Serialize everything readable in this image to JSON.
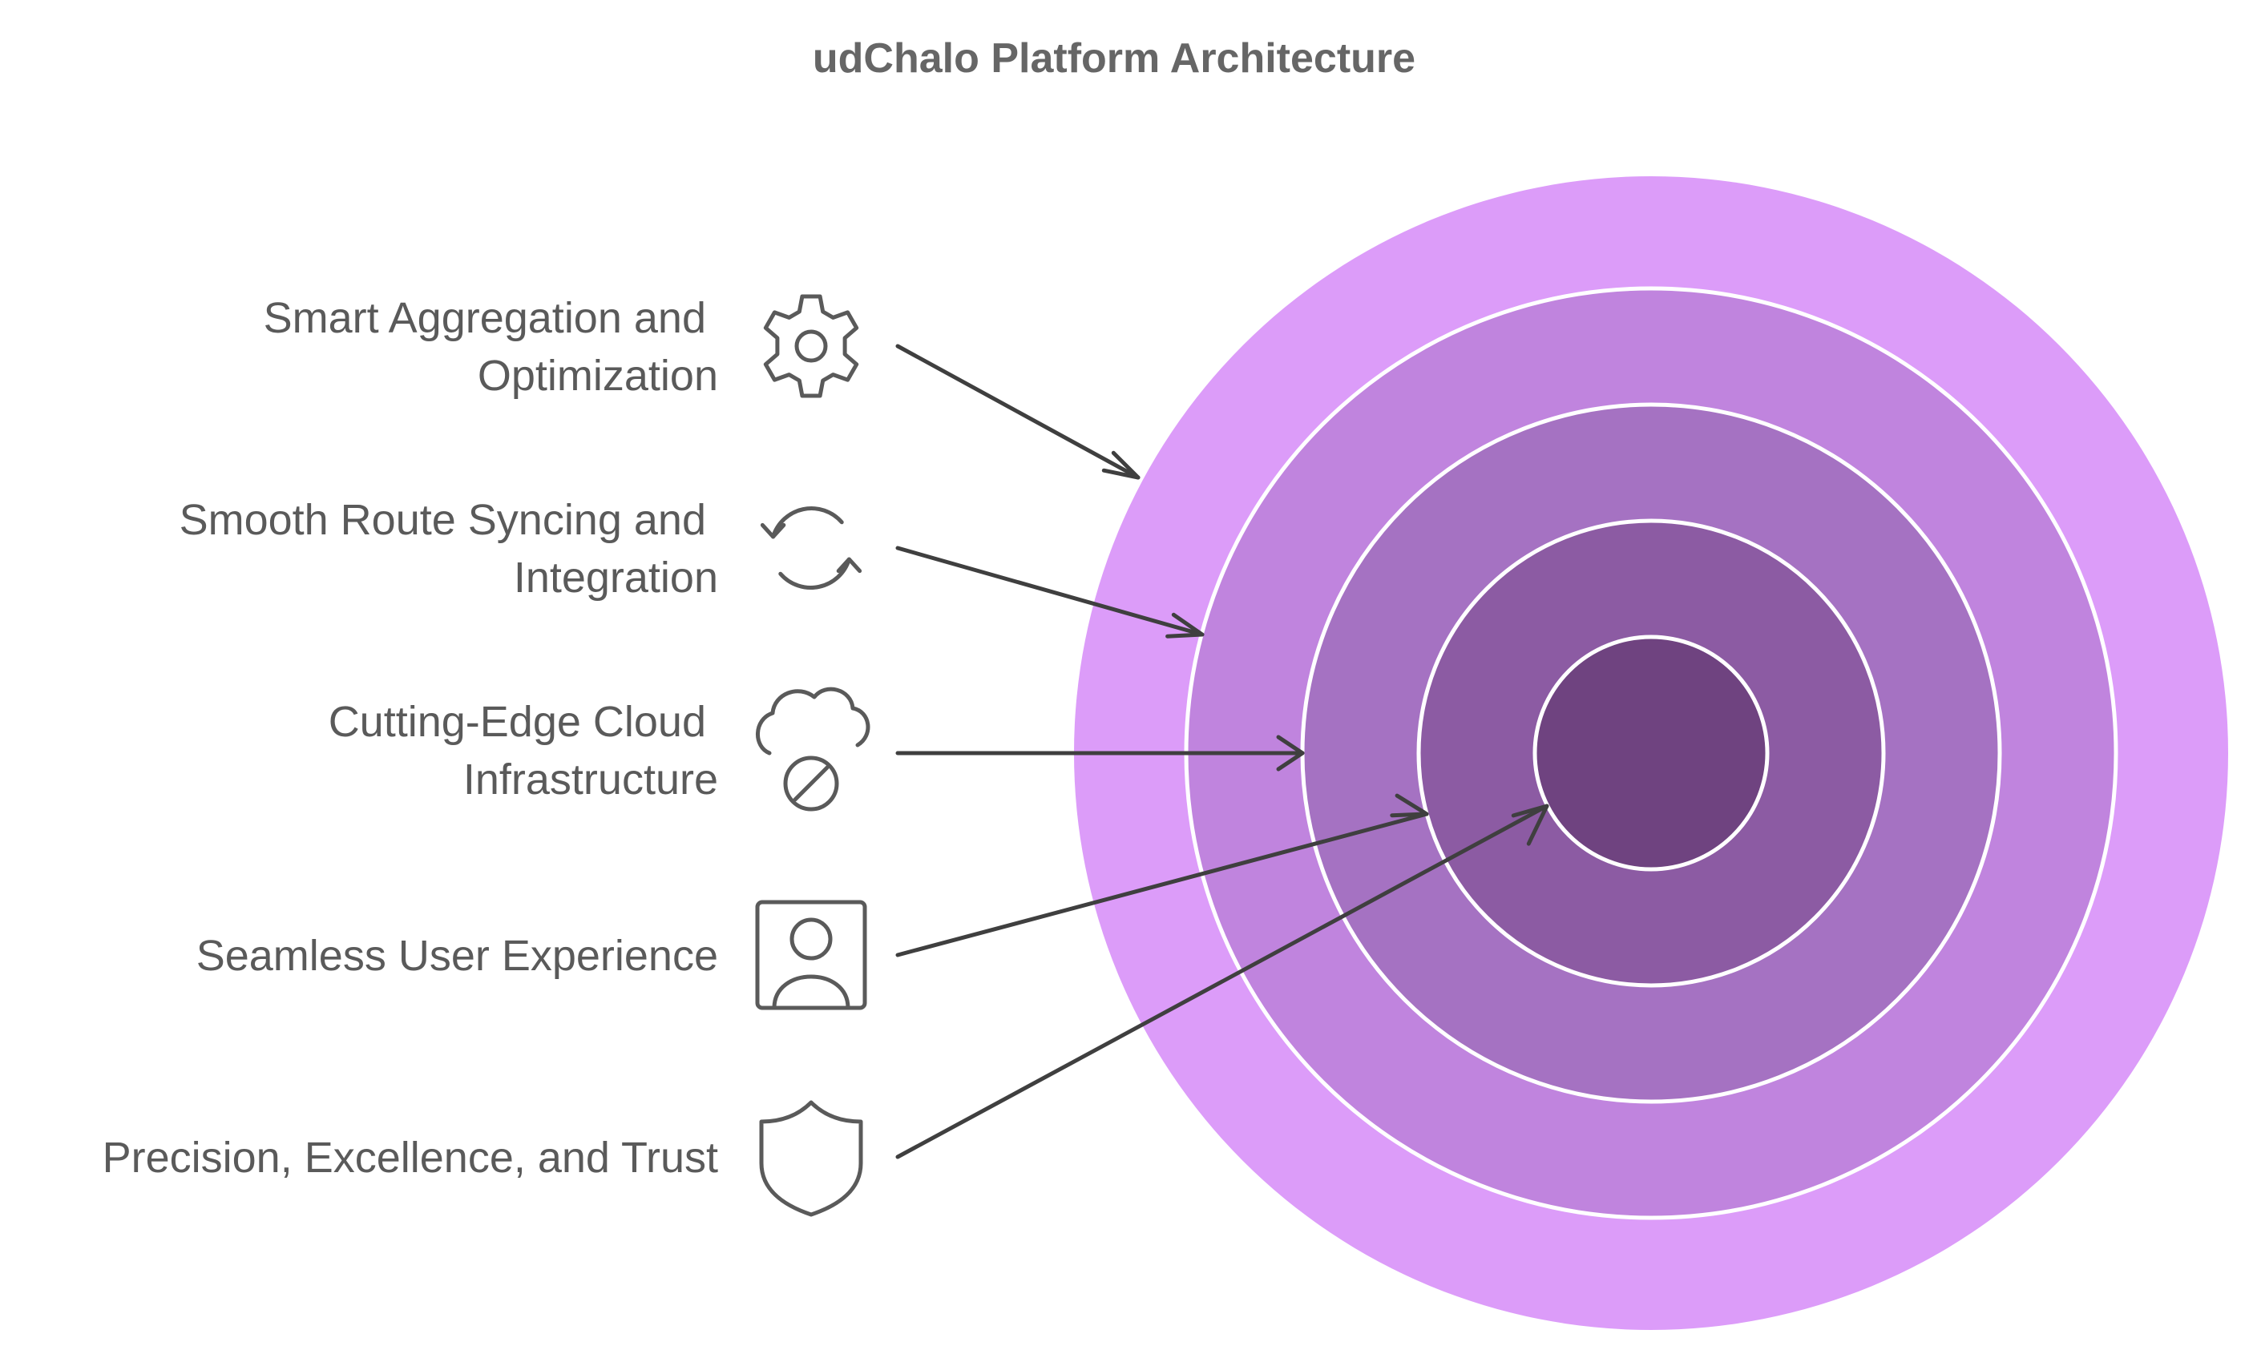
{
  "title": "udChalo Platform Architecture",
  "colors": {
    "ring_outer": "#dc9cf9",
    "ring_2": "#c084de",
    "ring_3": "#a572c2",
    "ring_4": "#8c5ba3",
    "core": "#6f4380",
    "ring_separator": "#ffffff",
    "text": "#5a5a5a",
    "arrow": "#3f3f3f"
  },
  "items": [
    {
      "lines": [
        "Smart Aggregation and",
        "Optimization"
      ],
      "icon": "gear-icon"
    },
    {
      "lines": [
        "Smooth Route Syncing and",
        "Integration"
      ],
      "icon": "sync-icon"
    },
    {
      "lines": [
        "Cutting-Edge Cloud",
        "Infrastructure"
      ],
      "icon": "cloud-off-icon"
    },
    {
      "lines": [
        "Seamless User Experience"
      ],
      "icon": "user-square-icon"
    },
    {
      "lines": [
        "Precision, Excellence, and Trust"
      ],
      "icon": "shield-icon"
    }
  ]
}
